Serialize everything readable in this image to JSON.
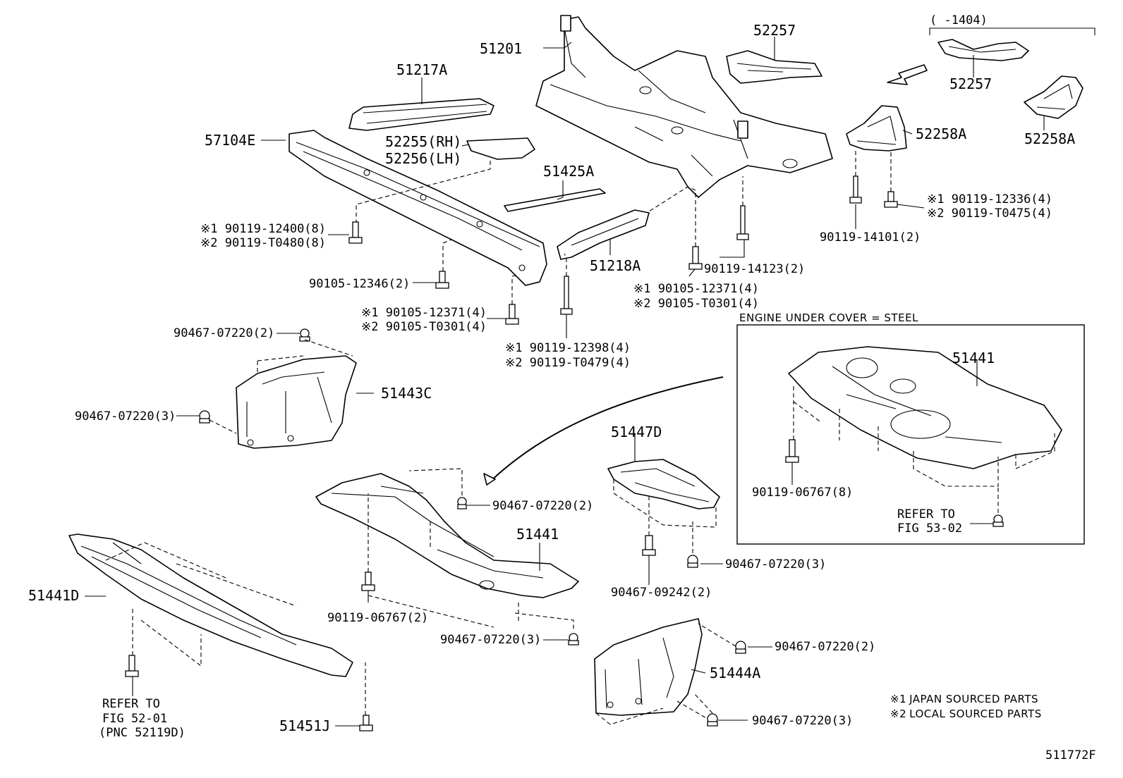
{
  "diagram": {
    "figure_id": "511772F",
    "steel_cover_box_title": "ENGINE UNDER COVER = STEEL",
    "range_label": "(    -1404)",
    "notes": [
      {
        "mark": "※1",
        "text": "JAPAN SOURCED PARTS"
      },
      {
        "mark": "※2",
        "text": "LOCAL SOURCED PARTS"
      }
    ],
    "refer_notes": {
      "fig_53": {
        "line1": "REFER TO",
        "line2": "FIG 53-02"
      },
      "fig_52": {
        "line1": "REFER TO",
        "line2": "FIG 52-01",
        "line3": "(PNC 52119D)"
      }
    },
    "parts": {
      "p51201": "51201",
      "p51217A": "51217A",
      "p52257": "52257",
      "p52257b": "52257",
      "p52258A": "52258A",
      "p52258Ab": "52258A",
      "p57104E": "57104E",
      "p52255": "52255(RH)",
      "p52256": "52256(LH)",
      "p51425A": "51425A",
      "p51218A": "51218A",
      "p51443C": "51443C",
      "p51441_box": "51441",
      "p51447D": "51447D",
      "p51441": "51441",
      "p51441D": "51441D",
      "p51444A": "51444A",
      "p51451J": "51451J"
    },
    "fasteners": {
      "f_90119_12400": "※1 90119-12400(8)",
      "f_90119_T0480": "※2 90119-T0480(8)",
      "f_90105_12346": "90105-12346(2)",
      "f_90105_12371_a": "※1 90105-12371(4)",
      "f_90105_T0301_a": "※2 90105-T0301(4)",
      "f_90119_12398": "※1 90119-12398(4)",
      "f_90119_T0479": "※2 90119-T0479(4)",
      "f_90119_14123": "90119-14123(2)",
      "f_90105_12371_b": "※1 90105-12371(4)",
      "f_90105_T0301_b": "※2 90105-T0301(4)",
      "f_90119_14101": "90119-14101(2)",
      "f_90119_12336": "※1 90119-12336(4)",
      "f_90119_T0475": "※2 90119-T0475(4)",
      "f_90467_07220_2a": "90467-07220(2)",
      "f_90467_07220_3a": "90467-07220(3)",
      "f_90467_07220_2b": "90467-07220(2)",
      "f_90119_06767_2": "90119-06767(2)",
      "f_90467_07220_3b": "90467-07220(3)",
      "f_90467_09242": "90467-09242(2)",
      "f_90467_07220_3c": "90467-07220(3)",
      "f_90119_06767_8": "90119-06767(8)",
      "f_90467_07220_2c": "90467-07220(2)",
      "f_90467_07220_3d": "90467-07220(3)"
    }
  }
}
